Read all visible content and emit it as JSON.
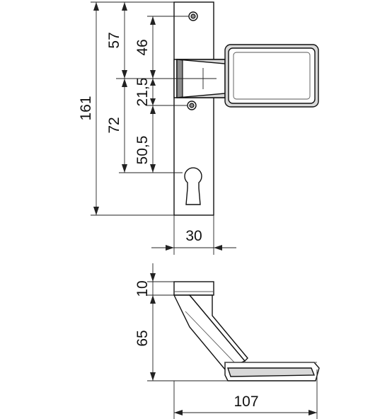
{
  "dimensions": {
    "overall_height": "161",
    "top_to_knob_axis": "57",
    "knob_axis_to_bottom": "72",
    "top_screw_to_knob_axis": "46",
    "knob_axis_to_lower_screw": "21,5",
    "lower_screw_to_cylinder": "50,5",
    "plate_width": "30",
    "rose_thickness": "10",
    "knob_depth": "65",
    "knob_length": "107"
  }
}
